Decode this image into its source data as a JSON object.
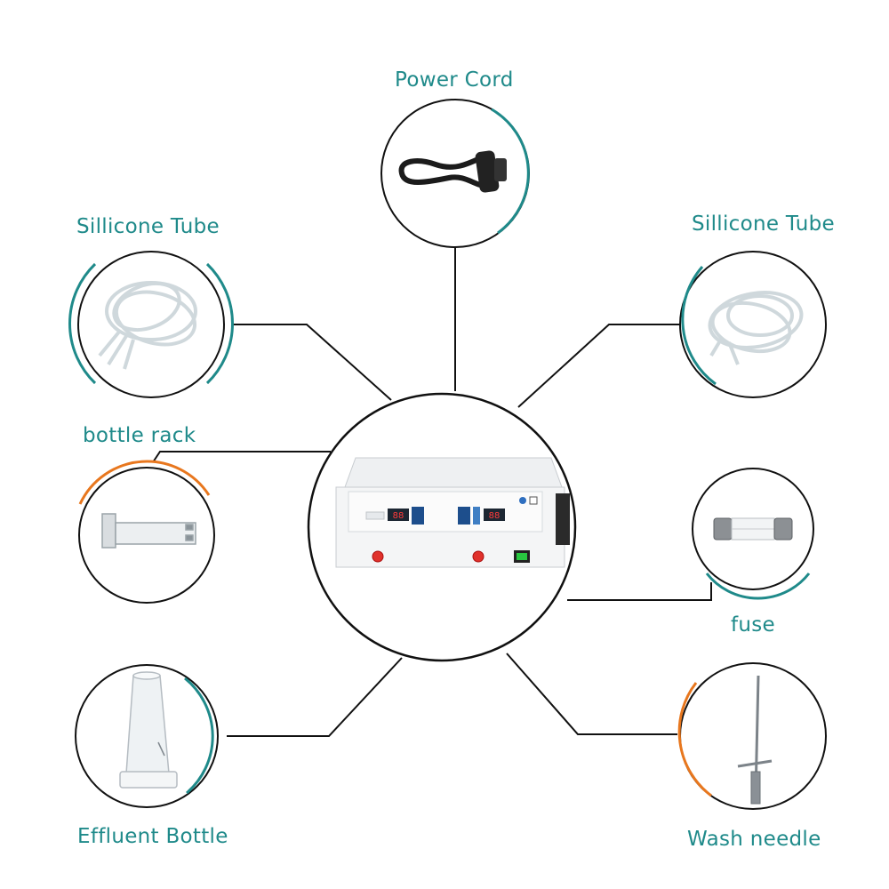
{
  "labels": {
    "power_cord": "Power Cord",
    "silicone_tube_left": "Sillicone Tube",
    "silicone_tube_right": "Sillicone Tube",
    "bottle_rack": "bottle rack",
    "fuse": "fuse",
    "effluent_bottle": "Effluent Bottle",
    "wash_needle": "Wash needle"
  },
  "device": {
    "display_left": "88",
    "display_right": "88"
  },
  "colors": {
    "label": "#1f8a8a",
    "teal_arc": "#1f8a8a",
    "orange_arc": "#e8771e",
    "line": "#111111"
  }
}
